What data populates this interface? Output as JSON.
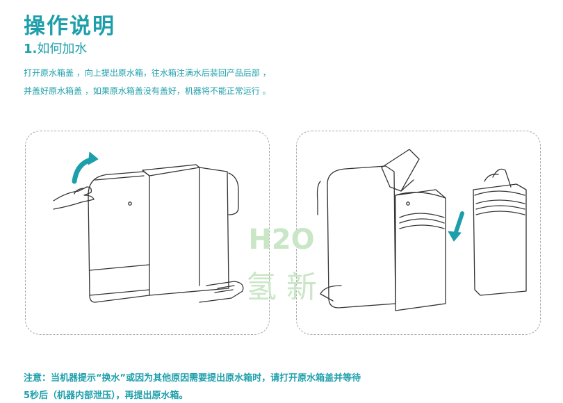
{
  "title": "操作说明",
  "subtitle": {
    "number": "1.",
    "text": "如何加水"
  },
  "instructions": [
    "打开原水箱盖 ，向上提出原水箱，往水箱注满水后装回产品后部 ，",
    "并盖好原水箱盖 ，如果原水箱盖没有盖好，机器将不能正常运行 。"
  ],
  "note": [
    "注意：当机器提示“换水”或因为其他原因需要提出原水箱时，请打开原水箱盖并等待",
    "5秒后（机器内部泄压），再提出原水箱。"
  ],
  "watermark": {
    "brand_mark": "H2O",
    "brand_chars": "氢 新"
  },
  "colors": {
    "accent": "#1d9fab",
    "line": "#333333",
    "dash": "#a8a8a8",
    "watermark": "#c9e6c6"
  }
}
